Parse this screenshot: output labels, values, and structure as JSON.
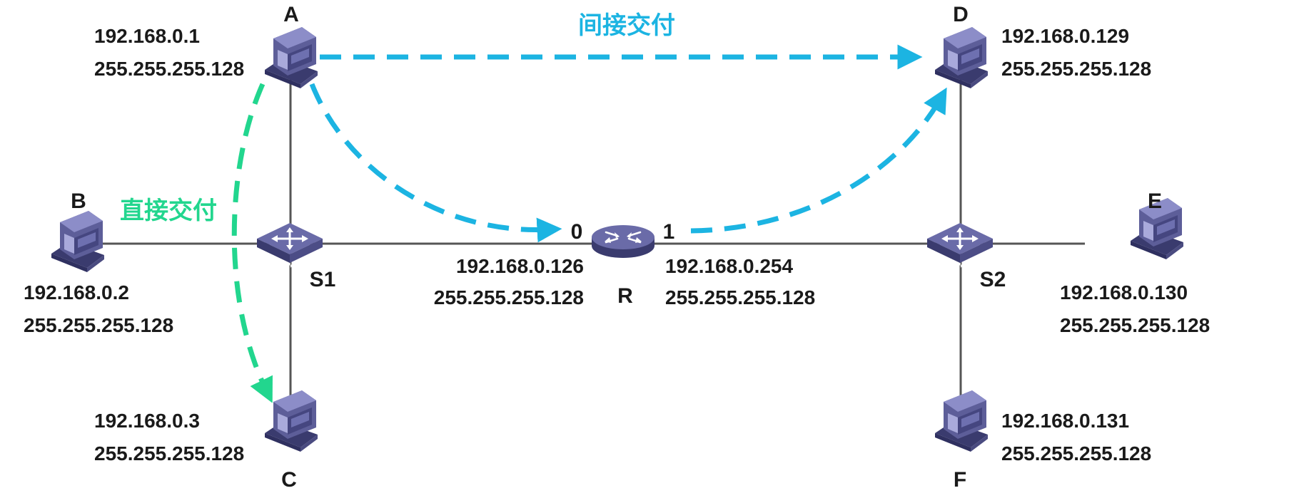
{
  "colors": {
    "link": "#555555",
    "indirect": "#1cb4e2",
    "direct": "#22d68e",
    "device_body": "#5d5e99",
    "device_light": "#a9aadb",
    "device_dark": "#3a3b6e"
  },
  "annotations": {
    "indirect": "间接交付",
    "direct": "直接交付"
  },
  "hosts": {
    "A": {
      "name": "A",
      "ip": "192.168.0.1",
      "mask": "255.255.255.128",
      "icon": "computer-icon"
    },
    "B": {
      "name": "B",
      "ip": "192.168.0.2",
      "mask": "255.255.255.128",
      "icon": "computer-icon"
    },
    "C": {
      "name": "C",
      "ip": "192.168.0.3",
      "mask": "255.255.255.128",
      "icon": "computer-icon"
    },
    "D": {
      "name": "D",
      "ip": "192.168.0.129",
      "mask": "255.255.255.128",
      "icon": "computer-icon"
    },
    "E": {
      "name": "E",
      "ip": "192.168.0.130",
      "mask": "255.255.255.128",
      "icon": "computer-icon"
    },
    "F": {
      "name": "F",
      "ip": "192.168.0.131",
      "mask": "255.255.255.128",
      "icon": "computer-icon"
    }
  },
  "switches": {
    "S1": {
      "name": "S1",
      "device_text": "SWITCH",
      "icon": "switch-icon"
    },
    "S2": {
      "name": "S2",
      "device_text": "SWITCH",
      "icon": "switch-icon"
    }
  },
  "router": {
    "name": "R",
    "device_text": "ROUTER",
    "icon": "router-icon",
    "port0": {
      "label": "0",
      "ip": "192.168.0.126",
      "mask": "255.255.255.128"
    },
    "port1": {
      "label": "1",
      "ip": "192.168.0.254",
      "mask": "255.255.255.128"
    }
  }
}
